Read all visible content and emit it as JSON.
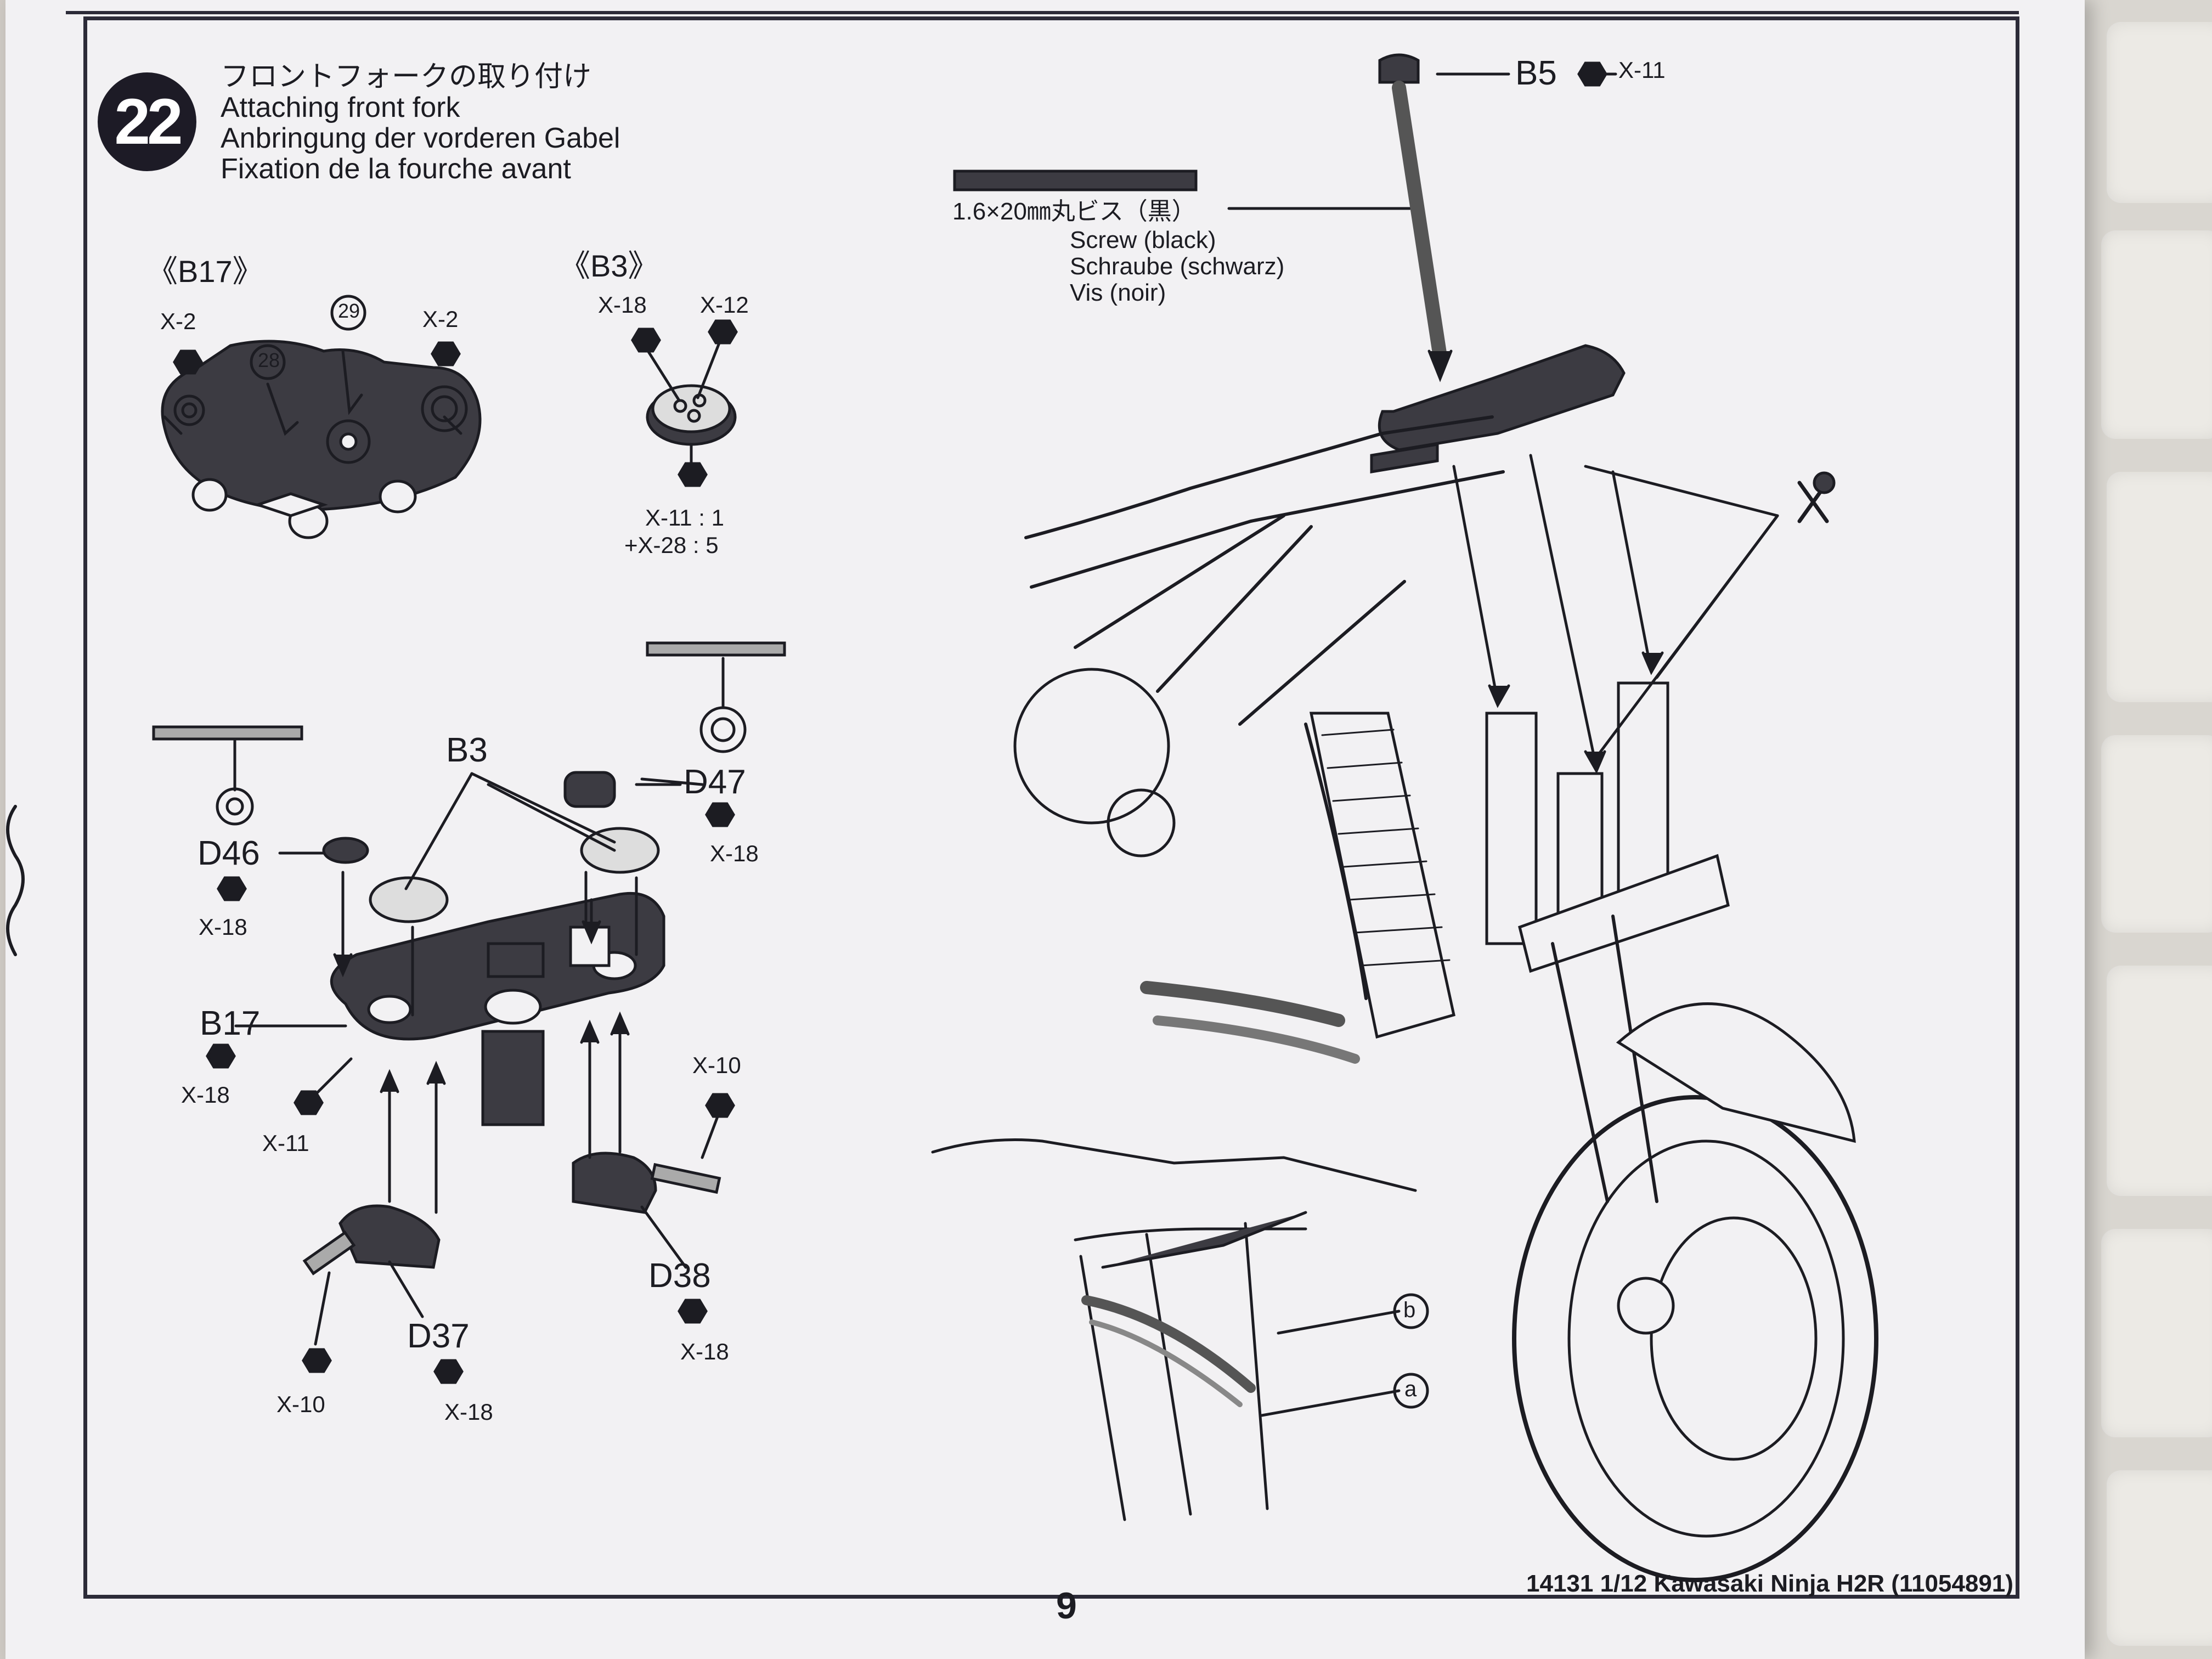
{
  "step": {
    "number": "22",
    "title_ja": "フロントフォークの取り付け",
    "title_en": "Attaching front fork",
    "title_de": "Anbringung der vorderen Gabel",
    "title_fr": "Fixation de la fourche avant"
  },
  "subassemblies": {
    "b17": "《B17》",
    "b3": "《B3》"
  },
  "labels": {
    "x2_left": "X-2",
    "x2_right": "X-2",
    "ref28": "28",
    "ref29": "29",
    "b3_x18": "X-18",
    "b3_x12": "X-12",
    "b3_x11": "X-11 : 1",
    "b3_x28": "+X-28 : 5",
    "b3_main": "B3",
    "d46": "D46",
    "d46_x18": "X-18",
    "d47": "D47",
    "d47_x18": "X-18",
    "b17_main": "B17",
    "b17_x18": "X-18",
    "b17_x11": "X-11",
    "x10_right": "X-10",
    "d38": "D38",
    "d38_x18": "X-18",
    "d37": "D37",
    "d37_x18": "X-18",
    "x10_left": "X-10",
    "b5": "B5",
    "b5_x11": "X-11",
    "ref_b": "b",
    "ref_a": "a"
  },
  "screw": {
    "ja": "1.6×20㎜丸ビス（黒）",
    "en": "Screw (black)",
    "de": "Schraube (schwarz)",
    "fr": "Vis (noir)"
  },
  "footer": {
    "page_number": "9",
    "product": "14131   1/12 Kawasaki Ninja H2R (11054891)"
  },
  "colors": {
    "ink": "#1c1c22",
    "part_dark": "#3c3b42",
    "paper": "#f2f1f3"
  }
}
